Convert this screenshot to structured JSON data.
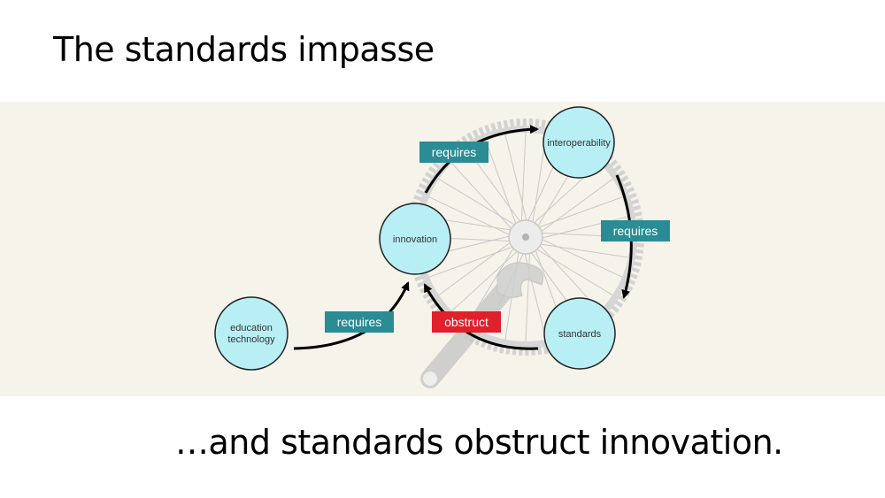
{
  "slide": {
    "title": "The standards impasse",
    "caption": "…and standards obstruct innovation."
  },
  "diagram": {
    "nodes": [
      {
        "id": "interoperability",
        "label": "interoperability"
      },
      {
        "id": "innovation",
        "label": "innovation"
      },
      {
        "id": "standards",
        "label": "standards"
      },
      {
        "id": "education-technology",
        "label_lines": [
          "education",
          "technology"
        ]
      }
    ],
    "edges": [
      {
        "from": "innovation",
        "to": "interoperability",
        "label": "requires",
        "color": "#2a8c94"
      },
      {
        "from": "interoperability",
        "to": "standards",
        "label": "requires",
        "color": "#2a8c94"
      },
      {
        "from": "standards",
        "to": "innovation",
        "label": "obstruct",
        "color": "#e0202a"
      },
      {
        "from": "education-technology",
        "to": "innovation",
        "label": "requires",
        "color": "#2a8c94"
      }
    ],
    "colors": {
      "node_fill": "#b8eff5",
      "requires": "#2a8c94",
      "obstruct": "#e0202a",
      "band": "#f6f3ea"
    },
    "background_illustration": [
      "bicycle-wheel",
      "wrench"
    ]
  }
}
